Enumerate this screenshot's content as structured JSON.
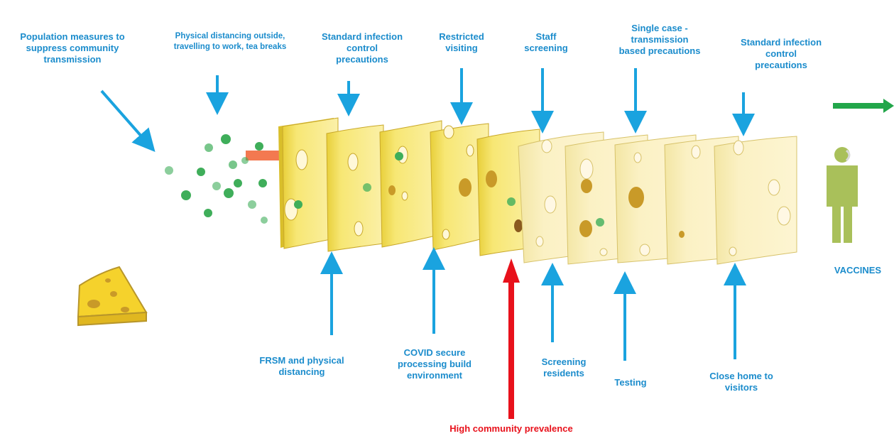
{
  "labels": {
    "population": "Population measures to\nsuppress community\ntransmission",
    "physical_distancing": "Physical distancing outside,\ntravelling to work, tea breaks",
    "standard_ipc_1": "Standard infection\ncontrol\nprecautions",
    "restricted_visiting": "Restricted\nvisiting",
    "staff_screening": "Staff\nscreening",
    "single_case": "Single case -\ntransmission\nbased precautions",
    "standard_ipc_2": "Standard infection\ncontrol\nprecautions",
    "frsm": "FRSM and physical\ndistancing",
    "covid_secure": "COVID secure\nprocessing build\nenvironment",
    "screening_residents": "Screening\nresidents",
    "testing": "Testing",
    "close_home": "Close home to\nvisitors",
    "high_prevalence": "High community prevalence",
    "vaccines": "VACCINES"
  },
  "colors": {
    "label_blue": "#1b8ccc",
    "arrow_blue": "#1aa3df",
    "arrow_red": "#e8111b",
    "arrow_green": "#22a64a",
    "arrow_orange": "#f26a3d",
    "cheese_yellow": "#f5e36a",
    "cheese_pale": "#fbeeb0",
    "virus_green": "#3fae5a",
    "person_green": "#a9c05a"
  },
  "icons": [
    "virus-particle-icon",
    "cheese-wedge-icon",
    "person-icon"
  ]
}
